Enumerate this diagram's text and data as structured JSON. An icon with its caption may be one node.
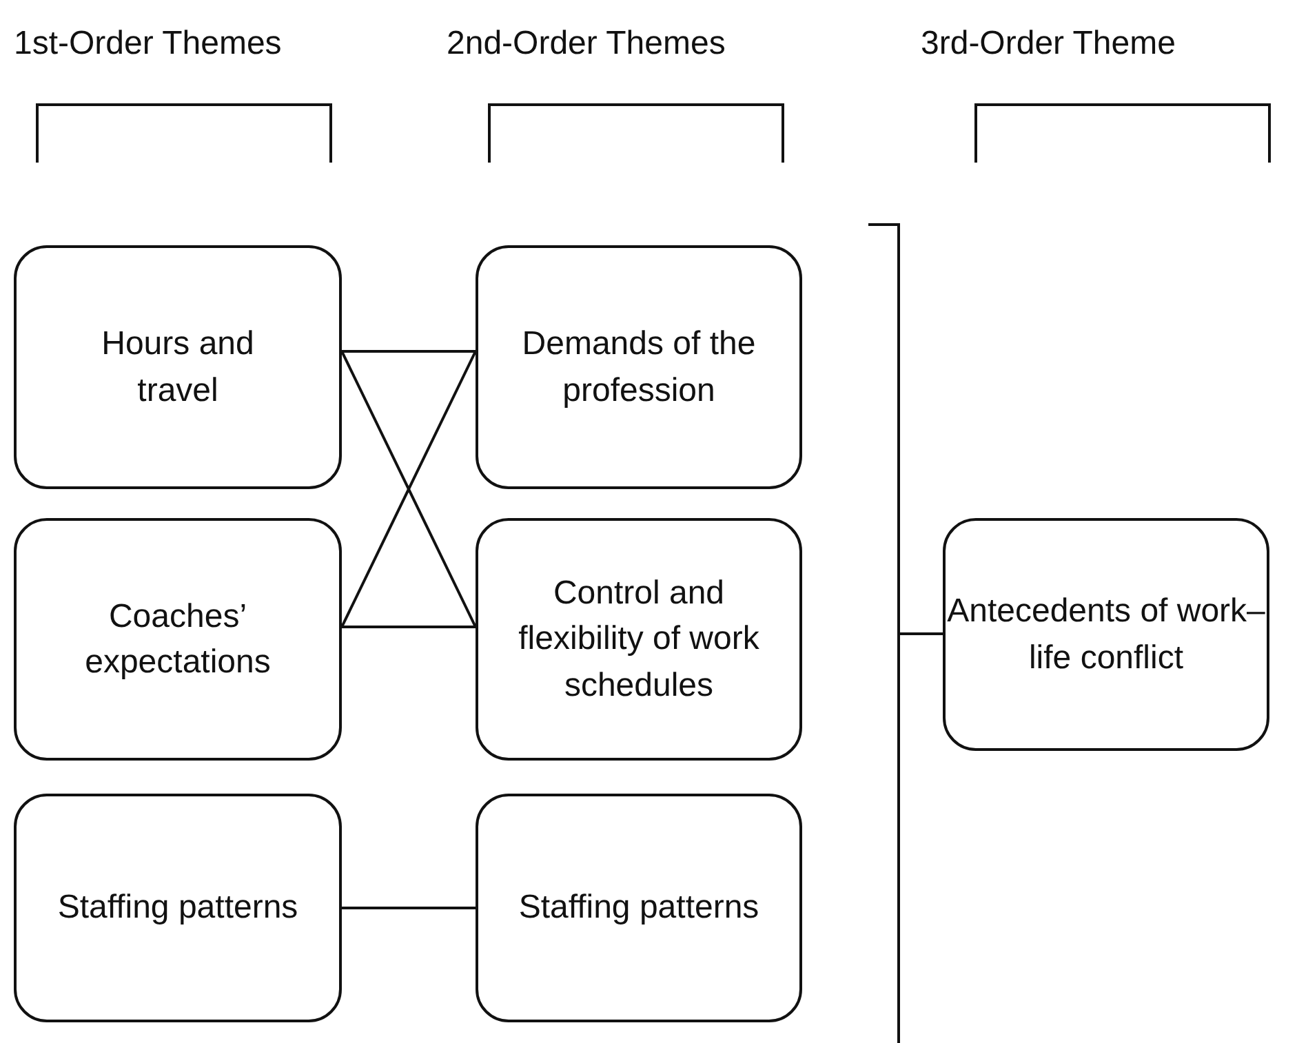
{
  "diagram": {
    "nodes": [
      {
        "text": [
          "Hours and travel"
        ]
      },
      {
        "text": [
          "Coaches’ expectations"
        ]
      },
      {
        "text": [
          "Staffing patterns"
        ]
      },
      {
        "text": [
          "Demands of the profession"
        ]
      },
      {
        "text": [
          "Control and flexibility of work schedules"
        ]
      },
      {
        "text": [
          "Staffing patterns"
        ]
      },
      {
        "text": [
          "Antecedents of work–life conflict"
        ]
      }
    ],
    "edges": [
      {
        "from": 0,
        "to": 3,
        "arrow": "none"
      },
      {
        "from": 0,
        "to": 4,
        "arrow": "none"
      },
      {
        "from": 1,
        "to": 3,
        "arrow": "none"
      },
      {
        "from": 1,
        "to": 4,
        "arrow": "none"
      },
      {
        "from": 2,
        "to": 5,
        "arrow": "none"
      }
    ],
    "labels": [
      "1st-Order Themes",
      "2nd-Order Themes",
      "3rd-Order Theme"
    ]
  }
}
